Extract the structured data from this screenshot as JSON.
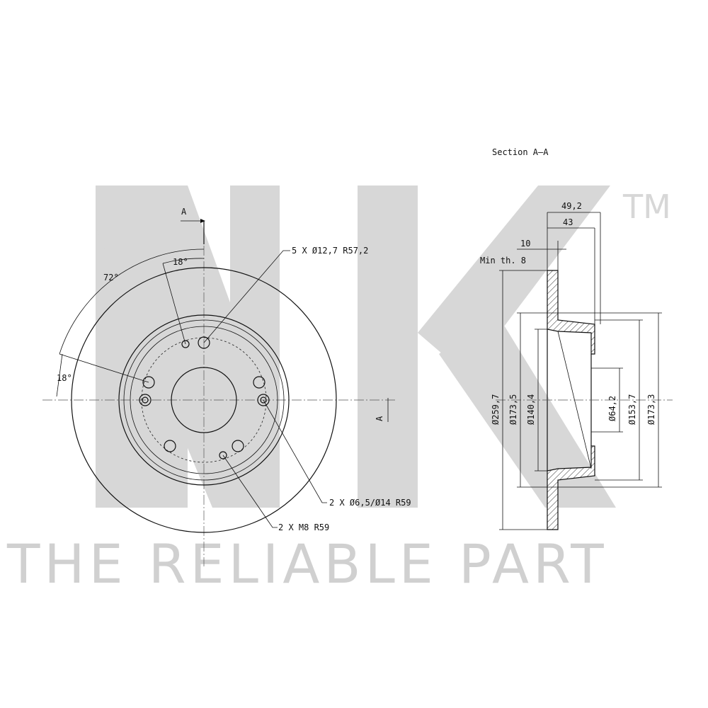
{
  "watermark": {
    "tagline": "THE RELIABLE PART",
    "trademark": "TM"
  },
  "section": {
    "title": "Section A–A",
    "dimensions": {
      "total_height": "49,2",
      "hat_height": "43",
      "disc_thickness": "10",
      "min_thickness": "Min th. 8",
      "outer_diameter": "Ø259,7",
      "hat_outer_diameter_left": "Ø173,5",
      "inner_diameter": "Ø140,4",
      "center_bore": "Ø64,2",
      "mount_diameter": "Ø153,7",
      "hat_outer_diameter_right": "Ø173,3"
    }
  },
  "front_view": {
    "section_marker_top": "A",
    "section_marker_right": "A",
    "angle_18_top": "18°",
    "angle_72": "72°",
    "angle_18_left": "18°",
    "callout_bolt_holes": "5 X Ø12,7   R57,2",
    "callout_pin_holes": "2 X Ø6,5/Ø14   R59",
    "callout_thread_holes": "2 X M8   R59"
  }
}
